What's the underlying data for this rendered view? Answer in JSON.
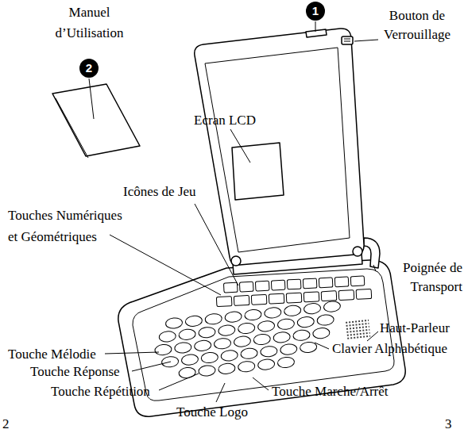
{
  "diagram": {
    "nodes": [
      {
        "text": [
          "1"
        ]
      },
      {
        "text": [
          "2"
        ]
      }
    ],
    "labels": [
      "Manuel d’Utilisation",
      "Bouton de Verrouillage",
      "Ecran LCD",
      "Icônes de Jeu",
      "Touches Numériques et Géométriques",
      "Poignée de Transport",
      "Haut-Parleur",
      "Clavier Alphabétique",
      "Touche Mélodie",
      "Touche Réponse",
      "Touche Répétition",
      "Touche Marche/Arrêt",
      "Touche Logo",
      "2",
      "3"
    ]
  }
}
